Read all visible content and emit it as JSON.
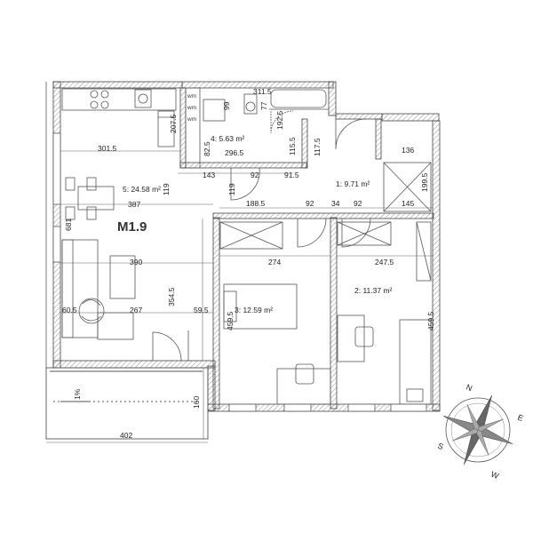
{
  "plan": {
    "unit_code": "M1.9",
    "rooms": [
      {
        "id": "room-1",
        "label": "1: 9.71 m²"
      },
      {
        "id": "room-2",
        "label": "2: 11.37 m²"
      },
      {
        "id": "room-3",
        "label": "3: 12.59 m²"
      },
      {
        "id": "room-4",
        "label": "4: 5.63 m²"
      },
      {
        "id": "room-5",
        "label": "5: 24.58 m²"
      }
    ],
    "dimensions": [
      "311.5",
      "99",
      "77",
      "207.5",
      "192.5",
      "82.5",
      "115.5",
      "296.5",
      "117.5",
      "301.5",
      "136",
      "143",
      "92",
      "91.5",
      "199.5",
      "119",
      "188.5",
      "92",
      "34",
      "92",
      "145",
      "387",
      "681",
      "274",
      "247.5",
      "390",
      "354.5",
      "459.5",
      "459.5",
      "60.5",
      "267",
      "59.5",
      "160",
      "402"
    ],
    "appliance_labels": [
      "wm",
      "wm",
      "wm"
    ],
    "balcony_slope": "1%"
  },
  "compass": {
    "directions": [
      "N",
      "E",
      "S",
      "W"
    ]
  }
}
